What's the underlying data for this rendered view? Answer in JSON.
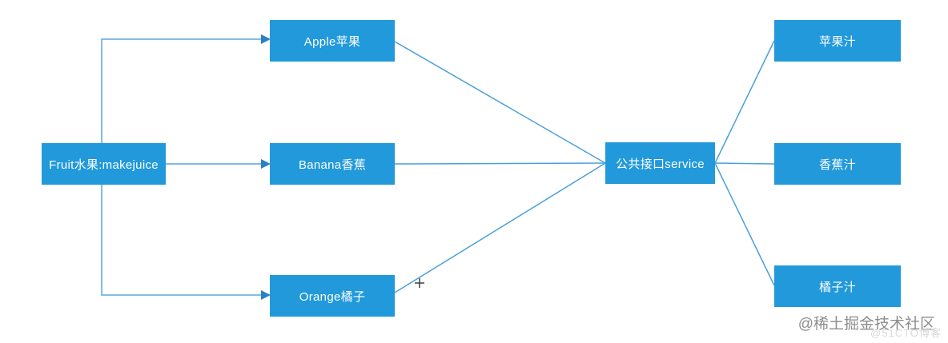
{
  "diagram": {
    "title_hint": "fruit makejuice flow diagram",
    "nodes": {
      "fruit": {
        "label": "Fruit水果:makejuice"
      },
      "apple": {
        "label": "Apple苹果"
      },
      "banana": {
        "label": "Banana香蕉"
      },
      "orange": {
        "label": "Orange橘子"
      },
      "service": {
        "label": "公共接口service"
      },
      "apple_juice": {
        "label": "苹果汁"
      },
      "banana_juice": {
        "label": "香蕉汁"
      },
      "orange_juice": {
        "label": "橘子汁"
      }
    },
    "edges": [
      {
        "from": "fruit",
        "to": "apple",
        "style": "elbow-arrow"
      },
      {
        "from": "fruit",
        "to": "banana",
        "style": "straight-arrow"
      },
      {
        "from": "fruit",
        "to": "orange",
        "style": "elbow-arrow"
      },
      {
        "from": "apple",
        "to": "service",
        "style": "straight"
      },
      {
        "from": "banana",
        "to": "service",
        "style": "straight"
      },
      {
        "from": "orange",
        "to": "service",
        "style": "straight"
      },
      {
        "from": "service",
        "to": "apple_juice",
        "style": "straight"
      },
      {
        "from": "service",
        "to": "banana_juice",
        "style": "straight"
      },
      {
        "from": "service",
        "to": "orange_juice",
        "style": "straight"
      }
    ],
    "colors": {
      "node_fill": "#2199db",
      "node_text": "#ffffff",
      "connector": "#58a6dc",
      "arrowhead": "#2b7fc5",
      "crosshair": "#333333"
    }
  },
  "watermark": {
    "primary": "@稀土掘金技术社区",
    "secondary": "@51CTO博客"
  }
}
